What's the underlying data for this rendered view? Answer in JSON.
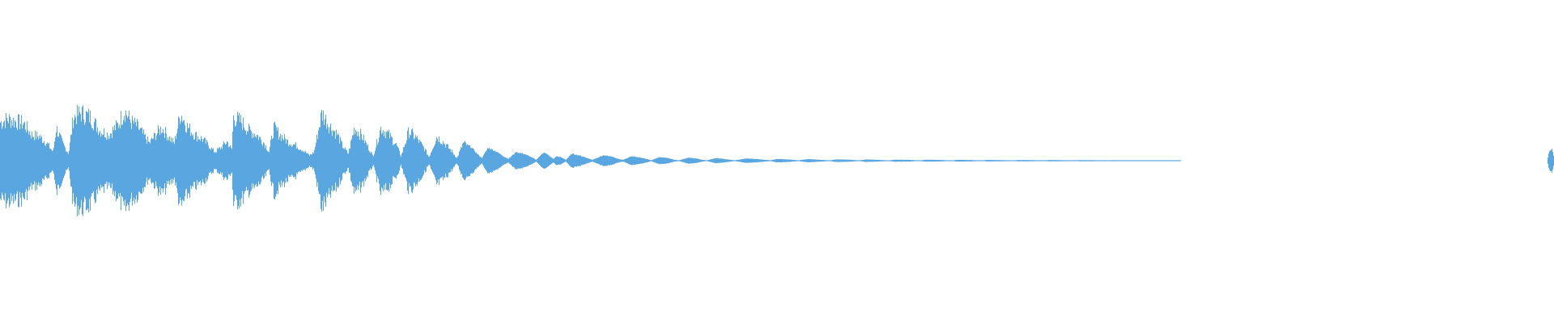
{
  "waveform": {
    "color": "#5aa6e0",
    "background": "#ffffff",
    "envelope": [
      [
        0.0,
        0.44
      ],
      [
        0.005,
        0.48
      ],
      [
        0.01,
        0.45
      ],
      [
        0.015,
        0.43
      ],
      [
        0.02,
        0.3
      ],
      [
        0.025,
        0.28
      ],
      [
        0.03,
        0.2
      ],
      [
        0.034,
        0.1
      ],
      [
        0.036,
        0.38
      ],
      [
        0.04,
        0.2
      ],
      [
        0.044,
        0.08
      ],
      [
        0.047,
        0.5
      ],
      [
        0.052,
        0.55
      ],
      [
        0.058,
        0.5
      ],
      [
        0.064,
        0.35
      ],
      [
        0.07,
        0.3
      ],
      [
        0.076,
        0.42
      ],
      [
        0.08,
        0.58
      ],
      [
        0.084,
        0.45
      ],
      [
        0.088,
        0.4
      ],
      [
        0.092,
        0.3
      ],
      [
        0.096,
        0.2
      ],
      [
        0.1,
        0.3
      ],
      [
        0.104,
        0.38
      ],
      [
        0.108,
        0.28
      ],
      [
        0.112,
        0.2
      ],
      [
        0.116,
        0.55
      ],
      [
        0.12,
        0.4
      ],
      [
        0.125,
        0.3
      ],
      [
        0.13,
        0.25
      ],
      [
        0.134,
        0.18
      ],
      [
        0.138,
        0.1
      ],
      [
        0.142,
        0.15
      ],
      [
        0.146,
        0.22
      ],
      [
        0.149,
        0.12
      ],
      [
        0.15,
        0.5
      ],
      [
        0.155,
        0.45
      ],
      [
        0.16,
        0.35
      ],
      [
        0.165,
        0.3
      ],
      [
        0.17,
        0.2
      ],
      [
        0.173,
        0.1
      ],
      [
        0.176,
        0.38
      ],
      [
        0.18,
        0.3
      ],
      [
        0.185,
        0.22
      ],
      [
        0.19,
        0.18
      ],
      [
        0.195,
        0.12
      ],
      [
        0.199,
        0.06
      ],
      [
        0.202,
        0.1
      ],
      [
        0.207,
        0.55
      ],
      [
        0.212,
        0.4
      ],
      [
        0.217,
        0.3
      ],
      [
        0.22,
        0.18
      ],
      [
        0.224,
        0.08
      ],
      [
        0.228,
        0.38
      ],
      [
        0.233,
        0.28
      ],
      [
        0.237,
        0.15
      ],
      [
        0.24,
        0.05
      ],
      [
        0.245,
        0.38
      ],
      [
        0.25,
        0.3
      ],
      [
        0.255,
        0.18
      ],
      [
        0.258,
        0.05
      ],
      [
        0.263,
        0.34
      ],
      [
        0.268,
        0.26
      ],
      [
        0.273,
        0.14
      ],
      [
        0.276,
        0.04
      ],
      [
        0.281,
        0.28
      ],
      [
        0.286,
        0.2
      ],
      [
        0.291,
        0.1
      ],
      [
        0.294,
        0.03
      ],
      [
        0.298,
        0.2
      ],
      [
        0.303,
        0.16
      ],
      [
        0.307,
        0.08
      ],
      [
        0.31,
        0.03
      ],
      [
        0.314,
        0.15
      ],
      [
        0.319,
        0.11
      ],
      [
        0.324,
        0.05
      ],
      [
        0.327,
        0.02
      ],
      [
        0.332,
        0.1
      ],
      [
        0.337,
        0.08
      ],
      [
        0.342,
        0.04
      ],
      [
        0.345,
        0.01
      ],
      [
        0.35,
        0.1
      ],
      [
        0.353,
        0.06
      ],
      [
        0.356,
        0.02
      ],
      [
        0.358,
        0.05
      ],
      [
        0.361,
        0.04
      ],
      [
        0.364,
        0.01
      ],
      [
        0.368,
        0.08
      ],
      [
        0.373,
        0.06
      ],
      [
        0.378,
        0.03
      ],
      [
        0.381,
        0.01
      ],
      [
        0.388,
        0.06
      ],
      [
        0.393,
        0.05
      ],
      [
        0.398,
        0.02
      ],
      [
        0.401,
        0.01
      ],
      [
        0.406,
        0.05
      ],
      [
        0.411,
        0.04
      ],
      [
        0.416,
        0.02
      ],
      [
        0.419,
        0.005
      ],
      [
        0.424,
        0.04
      ],
      [
        0.43,
        0.03
      ],
      [
        0.434,
        0.01
      ],
      [
        0.437,
        0.005
      ],
      [
        0.443,
        0.035
      ],
      [
        0.448,
        0.025
      ],
      [
        0.452,
        0.01
      ],
      [
        0.455,
        0.005
      ],
      [
        0.461,
        0.03
      ],
      [
        0.466,
        0.02
      ],
      [
        0.47,
        0.01
      ],
      [
        0.473,
        0.005
      ],
      [
        0.48,
        0.025
      ],
      [
        0.486,
        0.02
      ],
      [
        0.492,
        0.01
      ],
      [
        0.496,
        0.005
      ],
      [
        0.5,
        0.02
      ],
      [
        0.507,
        0.015
      ],
      [
        0.514,
        0.005
      ],
      [
        0.52,
        0.018
      ],
      [
        0.527,
        0.012
      ],
      [
        0.534,
        0.004
      ],
      [
        0.538,
        0.015
      ],
      [
        0.546,
        0.012
      ],
      [
        0.553,
        0.004
      ],
      [
        0.557,
        0.014
      ],
      [
        0.565,
        0.01
      ],
      [
        0.572,
        0.004
      ],
      [
        0.576,
        0.012
      ],
      [
        0.585,
        0.01
      ],
      [
        0.592,
        0.003
      ],
      [
        0.596,
        0.011
      ],
      [
        0.605,
        0.009
      ],
      [
        0.612,
        0.003
      ],
      [
        0.616,
        0.01
      ],
      [
        0.625,
        0.008
      ],
      [
        0.632,
        0.003
      ],
      [
        0.635,
        0.009
      ],
      [
        0.645,
        0.007
      ],
      [
        0.652,
        0.003
      ],
      [
        0.655,
        0.008
      ],
      [
        0.665,
        0.007
      ],
      [
        0.672,
        0.003
      ],
      [
        0.675,
        0.008
      ],
      [
        0.685,
        0.006
      ],
      [
        0.692,
        0.003
      ],
      [
        0.695,
        0.007
      ],
      [
        0.705,
        0.006
      ],
      [
        0.712,
        0.002
      ],
      [
        0.716,
        0.006
      ],
      [
        0.725,
        0.005
      ],
      [
        0.731,
        0.002
      ],
      [
        0.736,
        0.005
      ],
      [
        0.744,
        0.004
      ],
      [
        0.749,
        0.002
      ],
      [
        0.752,
        0.004
      ],
      [
        0.756,
        0.003
      ],
      [
        0.758,
        0.001
      ],
      [
        0.76,
        0.0
      ],
      [
        0.996,
        0.0
      ],
      [
        0.997,
        0.1
      ],
      [
        0.999,
        0.14
      ],
      [
        1.0,
        0.06
      ]
    ]
  }
}
